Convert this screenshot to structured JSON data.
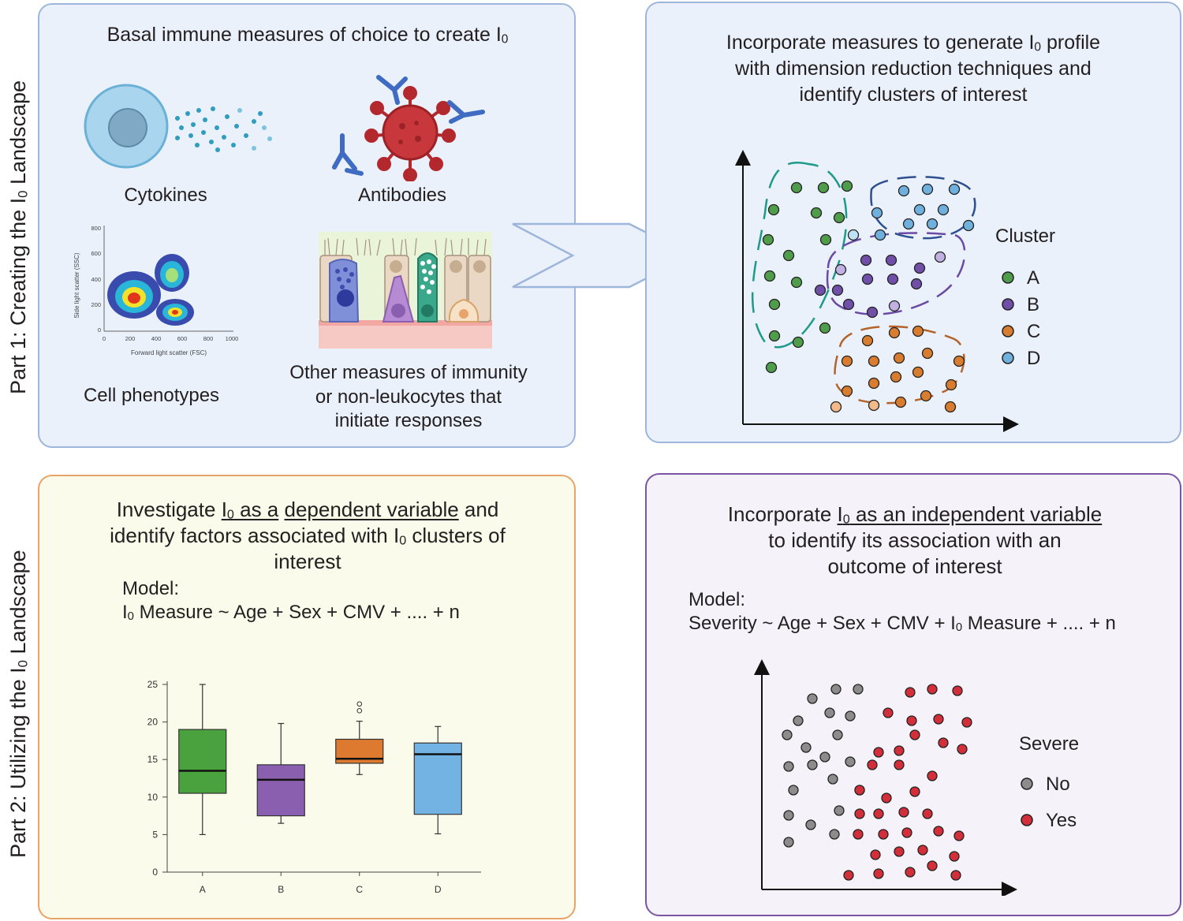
{
  "colors": {
    "part1_border": "#9fb6dc",
    "part1_fill": "#eaf1fb",
    "panel3_border": "#e8a368",
    "panel3_fill": "#fafbea",
    "panel4_border": "#7a55a3",
    "panel4_fill": "#f6f2f9",
    "cluster_A": "#4f9d4a",
    "cluster_B": "#6f4fa8",
    "cluster_C": "#d87c30",
    "cluster_D": "#6fb0dc",
    "severe_no": "#8c8c8c",
    "severe_yes": "#d32f3a"
  },
  "part_labels": {
    "part1_prefix": "Part 1: Creating the I",
    "part1_sub": "0",
    "part1_suffix": " Landscape",
    "part2_prefix": "Part 2: Utilizing the I",
    "part2_sub": "0",
    "part2_suffix": " Landscape"
  },
  "panel1": {
    "title": "Basal immune measures of choice to create I",
    "title_sub": "0",
    "items": {
      "cytokines": "Cytokines",
      "antibodies": "Antibodies",
      "cell_phenotypes": "Cell phenotypes",
      "other_line1": "Other measures of immunity",
      "other_line2": "or non-leukocytes that",
      "other_line3": "initiate responses"
    },
    "flow_plot": {
      "ylabel": "Side light scatter (SSC)",
      "xlabel": "Forward light scatter (FSC)",
      "yticks": [
        "800",
        "600",
        "400",
        "200",
        "0"
      ],
      "xticks": [
        "0",
        "200",
        "400",
        "600",
        "800",
        "1000"
      ]
    }
  },
  "panel2": {
    "title_line1_a": "Incorporate measures to generate I",
    "title_line1_sub": "0",
    "title_line1_b": " profile",
    "title_line2": "with dimension reduction techniques and",
    "title_line3": "identify clusters of interest",
    "legend_title": "Cluster",
    "legend": [
      "A",
      "B",
      "C",
      "D"
    ]
  },
  "panel3": {
    "title_line1_a": "Investigate ",
    "title_line1_u1a": "I",
    "title_line1_u1sub": "0",
    "title_line1_u1b": " as a",
    "title_line1_u2": "dependent variable",
    "title_line1_b": " and",
    "title_line2_a": "identify factors associated with I",
    "title_line2_sub": "0",
    "title_line2_b": " clusters of",
    "title_line3": "interest",
    "model_label": "Model:",
    "model_i": "I",
    "model_sub": "0",
    "model_rest": " Measure ~ Age + Sex + CMV + .... + n"
  },
  "panel4": {
    "title_line1_a": "Incorporate ",
    "title_line1_u_a": "I",
    "title_line1_u_sub": "0",
    "title_line1_u_b": " as an independent variable",
    "title_line2": "to identify its association with an",
    "title_line3": "outcome of interest",
    "model_label": "Model:",
    "model_a": "Severity ~ Age + Sex + CMV + I",
    "model_sub": "0",
    "model_b": " Measure + .... + n",
    "legend_title": "Severe",
    "legend": [
      "No",
      "Yes"
    ]
  },
  "chart_data": {
    "type": "box",
    "categories": [
      "A",
      "B",
      "C",
      "D"
    ],
    "yticks": [
      "25",
      "20",
      "15",
      "10",
      "5",
      "0"
    ],
    "ylim": [
      0,
      25
    ],
    "boxes": [
      {
        "name": "A",
        "min": 5,
        "q1": 10.5,
        "median": 13.5,
        "q3": 19,
        "max": 25,
        "color": "#4aa23e"
      },
      {
        "name": "B",
        "min": 6.5,
        "q1": 7.5,
        "median": 12.3,
        "q3": 14.3,
        "max": 19.8,
        "color": "#8b5fb0"
      },
      {
        "name": "C",
        "min": 13,
        "q1": 14.5,
        "median": 15.1,
        "q3": 17.7,
        "max": 20.1,
        "color": "#dd7a2f",
        "outliers": [
          21.5,
          22.4
        ]
      },
      {
        "name": "D",
        "min": 5.1,
        "q1": 7.7,
        "median": 15.7,
        "q3": 17.2,
        "max": 19.4,
        "color": "#73b3e3"
      }
    ]
  }
}
